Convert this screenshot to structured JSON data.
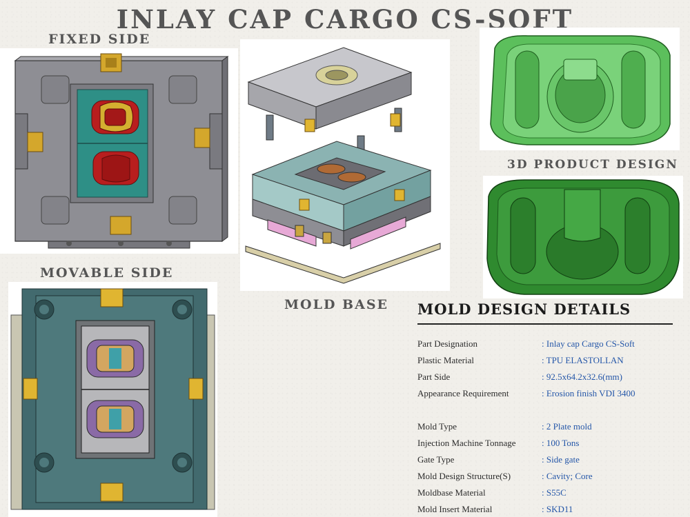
{
  "title": "INLAY CAP CARGO CS-SOFT",
  "labels": {
    "fixed_side": "FIXED SIDE",
    "movable_side": "MOVABLE SIDE",
    "mold_base": "MOLD BASE",
    "product_design": "3D PRODUCT DESIGN"
  },
  "details": {
    "heading": "MOLD DESIGN DETAILS",
    "part_specs": [
      {
        "key": "Part Designation",
        "value": ": Inlay cap Cargo CS-Soft"
      },
      {
        "key": "Plastic Material",
        "value": ": TPU ELASTOLLAN"
      },
      {
        "key": "Part Side",
        "value": ": 92.5x64.2x32.6(mm)"
      },
      {
        "key": "Appearance Requirement",
        "value": ": Erosion finish VDI 3400"
      }
    ],
    "mold_specs": [
      {
        "key": "Mold Type",
        "value": ": 2 Plate mold"
      },
      {
        "key": "Injection Machine Tonnage",
        "value": ": 100 Tons"
      },
      {
        "key": "Gate Type",
        "value": ": Side gate"
      },
      {
        "key": "Mold Design Structure(S)",
        "value": ": Cavity; Core"
      },
      {
        "key": "Moldbase Material",
        "value": ": S55C"
      },
      {
        "key": "Mold Insert Material",
        "value": ": SKD11"
      }
    ]
  },
  "colors": {
    "plate_grey": "#8f8f95",
    "cavity_teal": "#2e8f86",
    "part_red": "#b81e1e",
    "brass": "#d4a72c",
    "product_green": "#3a9a3a",
    "value_blue": "#2456a8"
  }
}
